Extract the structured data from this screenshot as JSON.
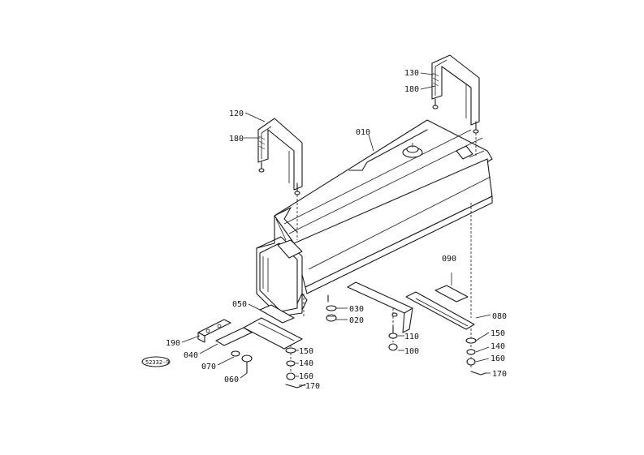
{
  "diagram": {
    "stamp": "52332-9",
    "labels": {
      "p010": "010",
      "p020": "020",
      "p030": "030",
      "p040": "040",
      "p050": "050",
      "p060": "060",
      "p070": "070",
      "p080": "080",
      "p090": "090",
      "p100": "100",
      "p110": "110",
      "p120": "120",
      "p130": "130",
      "p140a": "140",
      "p140b": "140",
      "p150a": "150",
      "p150b": "150",
      "p160a": "160",
      "p160b": "160",
      "p170a": "170",
      "p170b": "170",
      "p180a": "180",
      "p180b": "180",
      "p190": "190"
    }
  }
}
